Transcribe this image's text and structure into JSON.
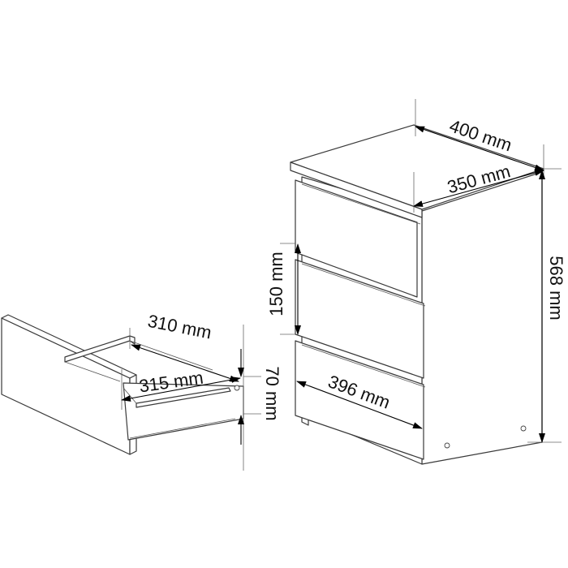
{
  "dimensions": {
    "width_top": "400 mm",
    "depth_top": "350 mm",
    "height": "568 mm",
    "drawer_front_height": "150 mm",
    "drawer_front_width": "396 mm",
    "drawer_inner_depth": "310 mm",
    "drawer_outer_depth": "315 mm",
    "drawer_side_height": "70 mm"
  },
  "colors": {
    "line": "#3a3a3a",
    "dimension": "#000000",
    "background": "#ffffff"
  }
}
